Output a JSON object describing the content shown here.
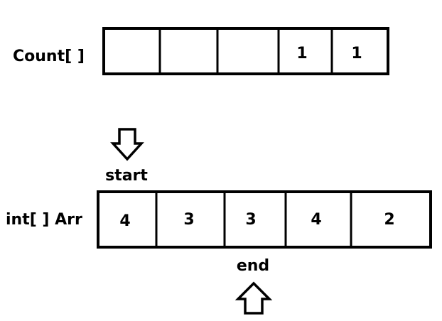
{
  "count_array": {
    "label": "Count[ ]",
    "cells": [
      "",
      "",
      "",
      "1",
      "1"
    ]
  },
  "start_pointer": {
    "label": "start",
    "direction": "down"
  },
  "int_array": {
    "label": "int[ ] Arr",
    "cells": [
      "4",
      "3",
      "3",
      "4",
      "2"
    ]
  },
  "end_pointer": {
    "label": "end",
    "direction": "up"
  }
}
